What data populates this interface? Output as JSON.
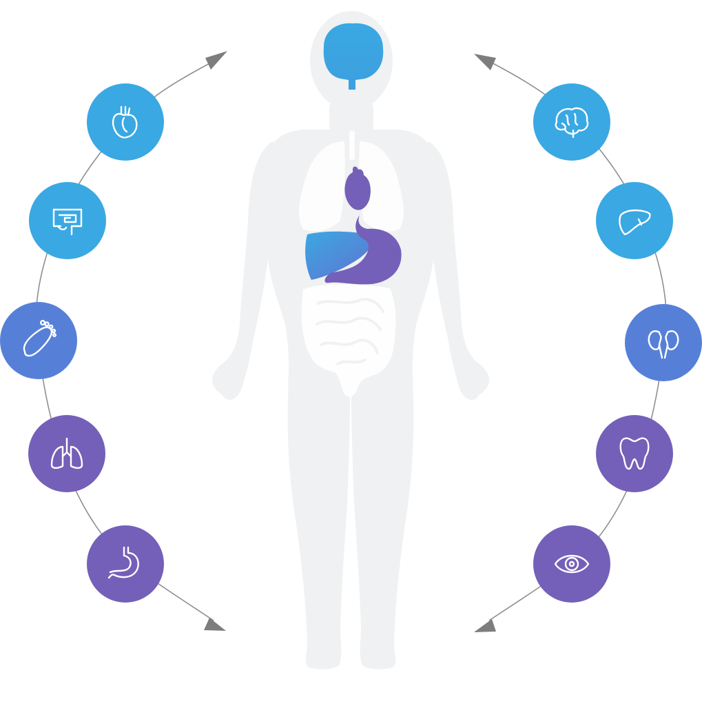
{
  "colors": {
    "blue": "#3aa8e2",
    "mid_blue": "#5680d8",
    "purple": "#7460b8",
    "body_silhouette": "#eff1f2",
    "organ_outline": "#ffffff",
    "connector_line": "#8f8f8f",
    "arrow": "#7d7d7d",
    "icon_stroke": "#ffffff"
  },
  "left_icons": [
    {
      "name": "heart-icon",
      "color": "#3aa8e2"
    },
    {
      "name": "intestines-icon",
      "color": "#3aa8e2"
    },
    {
      "name": "foot-icon",
      "color": "#5680d8"
    },
    {
      "name": "lungs-icon",
      "color": "#7460b8"
    },
    {
      "name": "stomach-icon",
      "color": "#7460b8"
    }
  ],
  "right_icons": [
    {
      "name": "brain-icon",
      "color": "#3aa8e2"
    },
    {
      "name": "liver-icon",
      "color": "#3aa8e2"
    },
    {
      "name": "kidneys-icon",
      "color": "#5680d8"
    },
    {
      "name": "tooth-icon",
      "color": "#7460b8"
    },
    {
      "name": "eye-icon",
      "color": "#7460b8"
    }
  ],
  "figure_organs": [
    "brain",
    "heart",
    "liver",
    "stomach",
    "intestines",
    "lungs"
  ]
}
